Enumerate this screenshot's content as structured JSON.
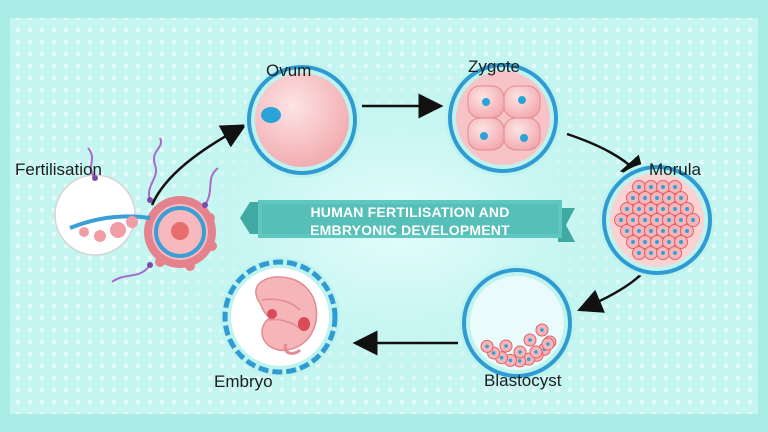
{
  "title": {
    "line1": "HUMAN FERTILISATION AND",
    "line2": "EMBRYONIC DEVELOPMENT"
  },
  "stages": {
    "fertilisation": "Fertilisation",
    "ovum": "Ovum",
    "zygote": "Zygote",
    "morula": "Morula",
    "blastocyst": "Blastocyst",
    "embryo": "Embryo"
  },
  "colors": {
    "background": "#a9ece6",
    "panel": "#c4f5f1",
    "banner": "#5ec8c0",
    "cell_pink": "#f5b5b9",
    "cell_red": "#e0606a",
    "nucleus_blue": "#29a4d8",
    "ring_blue": "#2f9bd2"
  }
}
